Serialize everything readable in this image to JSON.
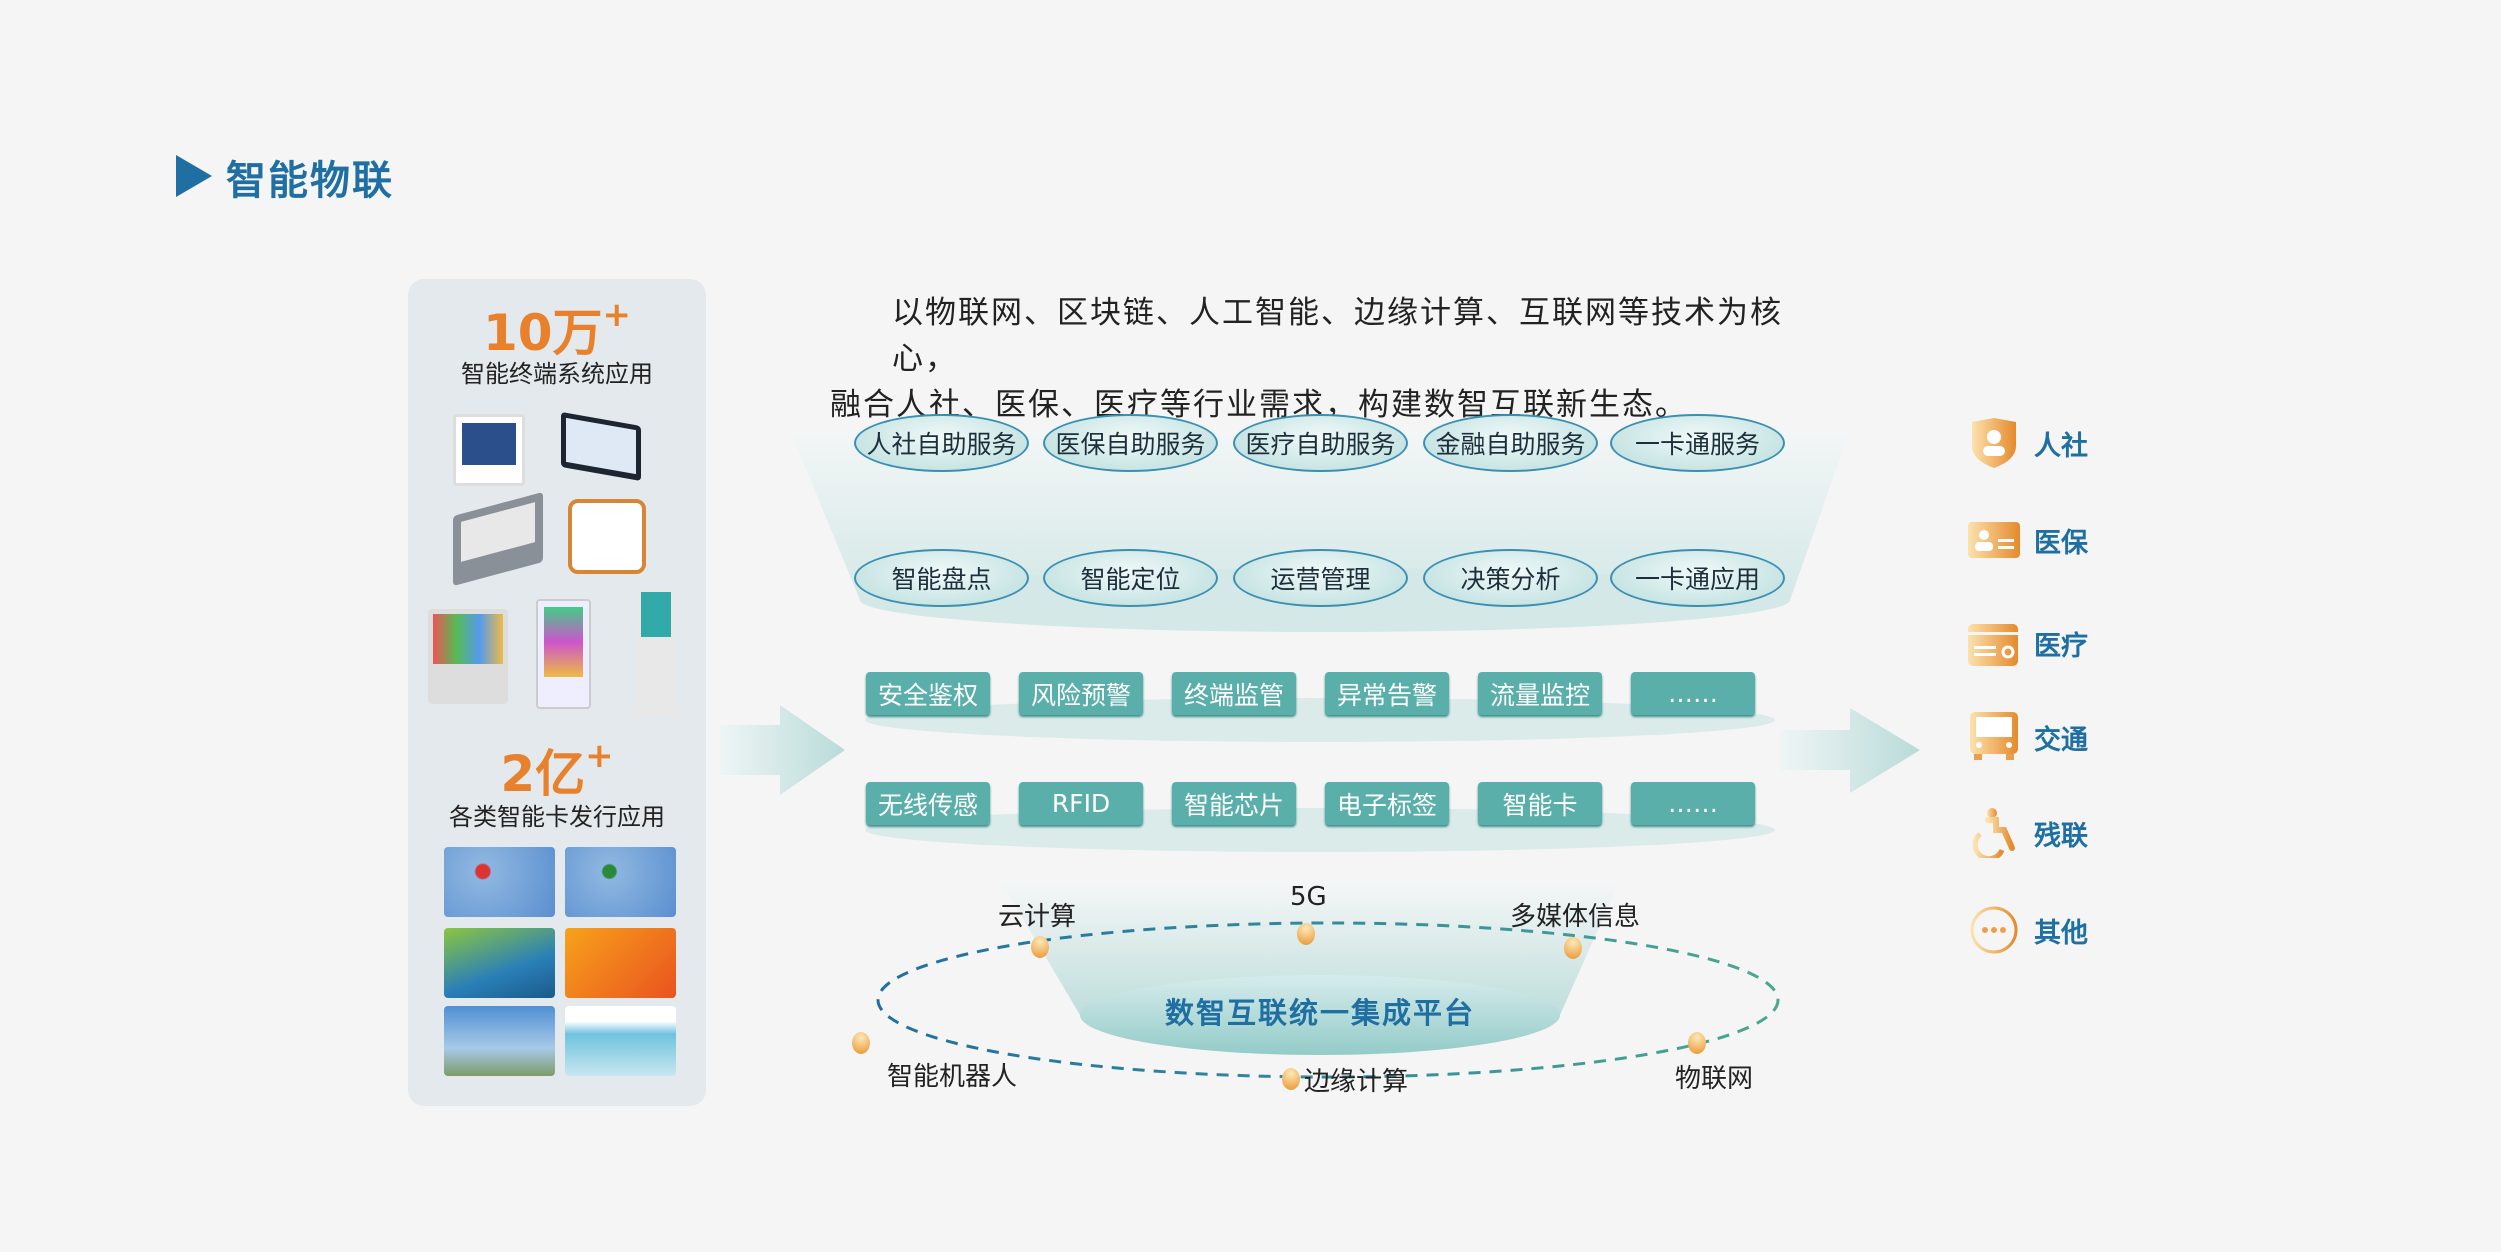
{
  "header": {
    "title": "智能物联"
  },
  "left_panel": {
    "stat1": {
      "value": "10万",
      "suffix": "+",
      "label": "智能终端系统应用"
    },
    "stat2": {
      "value": "2亿",
      "suffix": "+",
      "label": "各类智能卡发行应用"
    }
  },
  "intro": {
    "line1": "以物联网、区块链、人工智能、边缘计算、互联网等技术为核心，",
    "line2": "融合人社、医保、医疗等行业需求，构建数智互联新生态。"
  },
  "services": [
    "人社自助服务",
    "医保自助服务",
    "医疗自助服务",
    "金融自助服务",
    "一卡通服务"
  ],
  "applications": [
    "智能盘点",
    "智能定位",
    "运营管理",
    "决策分析",
    "一卡通应用"
  ],
  "monitoring": [
    "安全鉴权",
    "风险预警",
    "终端监管",
    "异常告警",
    "流量监控",
    "……"
  ],
  "sensing": [
    "无线传感",
    "RFID",
    "智能芯片",
    "电子标签",
    "智能卡",
    "……"
  ],
  "platform": {
    "title": "数智互联统一集成平台",
    "nodes": [
      "云计算",
      "5G",
      "多媒体信息",
      "智能机器人",
      "边缘计算",
      "物联网"
    ]
  },
  "industries": [
    {
      "label": "人社",
      "icon": "shield-user-icon"
    },
    {
      "label": "医保",
      "icon": "id-card-icon"
    },
    {
      "label": "医疗",
      "icon": "medical-calendar-icon"
    },
    {
      "label": "交通",
      "icon": "bus-icon"
    },
    {
      "label": "残联",
      "icon": "wheelchair-icon"
    },
    {
      "label": "其他",
      "icon": "more-icon"
    }
  ],
  "colors": {
    "accent": "#1f6fa3",
    "orange": "#e8812c",
    "teal": "#5aafab"
  }
}
